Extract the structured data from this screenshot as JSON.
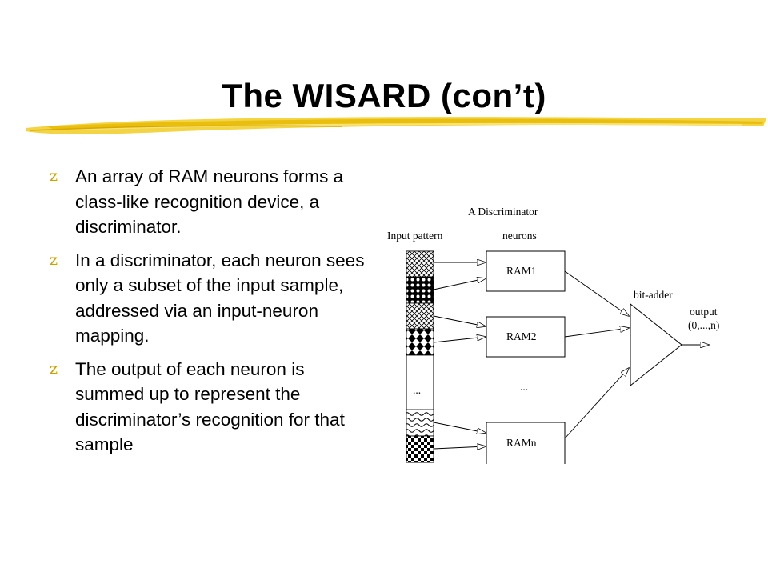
{
  "slide": {
    "title": "The WISARD (con’t)",
    "bullet_marker": "z",
    "bullets": [
      "An array of RAM neurons forms a class-like recognition device, a discriminator.",
      "In a discriminator, each neuron sees only a subset of the input sample, addressed via an input-neuron mapping.",
      "The output of each neuron is summed up to represent the discriminator’s recognition for that sample"
    ]
  },
  "diagram": {
    "title": "A Discriminator",
    "input_label": "Input pattern",
    "neurons_label": "neurons",
    "input_ellipsis": "...",
    "rams": [
      "RAM1",
      "RAM2",
      "RAMn"
    ],
    "ram_ellipsis": "...",
    "adder_label": "bit-adder",
    "output_label": "output",
    "output_range": "(0,...,n)"
  }
}
